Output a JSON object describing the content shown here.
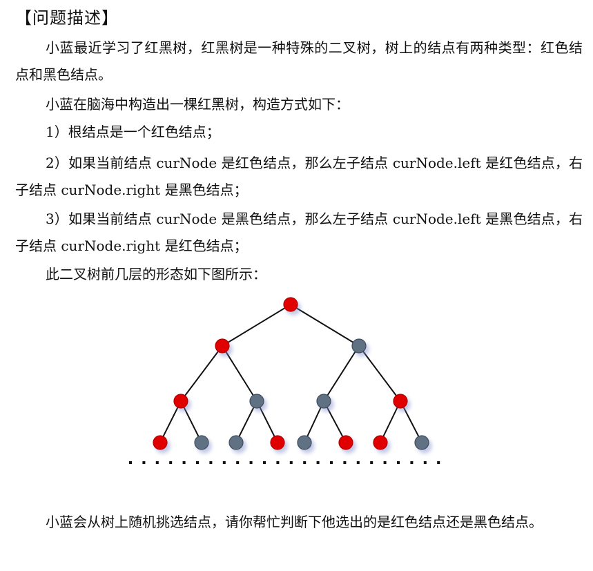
{
  "heading": "【问题描述】",
  "paragraphs": {
    "p1": "小蓝最近学习了红黑树，红黑树是一种特殊的二叉树，树上的结点有两种类型：红色结点和黑色结点。",
    "p2": "小蓝在脑海中构造出一棵红黑树，构造方式如下：",
    "p3": "1）根结点是一个红色结点；",
    "p4": "2）如果当前结点 curNode 是红色结点，那么左子结点 curNode.left 是红色结点，右子结点 curNode.right 是黑色结点；",
    "p5": "3）如果当前结点 curNode 是黑色结点，那么左子结点 curNode.left 是黑色结点，右子结点 curNode.right 是红色结点；",
    "p6": "此二叉树前几层的形态如下图所示：",
    "p7": "小蓝会从树上随机挑选结点，请你帮忙判断下他选出的是红色结点还是黑色结点。"
  },
  "figure": {
    "colors": {
      "red": "#e00000",
      "black": "#5e7182",
      "edge": "#111111"
    },
    "levels": [
      [
        "red"
      ],
      [
        "red",
        "black"
      ],
      [
        "red",
        "black",
        "black",
        "red"
      ],
      [
        "red",
        "black",
        "black",
        "red",
        "black",
        "red",
        "red",
        "black"
      ]
    ],
    "ellipsis": "........................"
  }
}
